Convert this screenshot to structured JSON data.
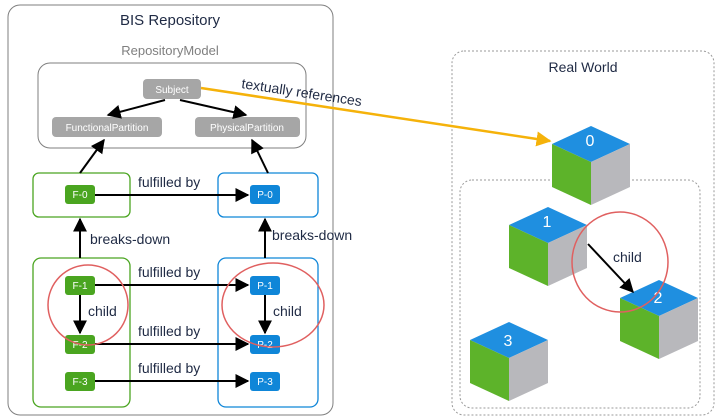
{
  "bis_repository": {
    "title": "BIS Repository",
    "repository_model": {
      "title": "RepositoryModel",
      "subject": "Subject",
      "functional_partition": "FunctionalPartition",
      "physical_partition": "PhysicalPartition"
    },
    "functional_elements": [
      "F-0",
      "F-1",
      "F-2",
      "F-3"
    ],
    "physical_elements": [
      "P-0",
      "P-1",
      "P-2",
      "P-3"
    ],
    "labels": {
      "fulfilled_by": "fulfilled by",
      "breaks_down": "breaks-down",
      "child": "child"
    }
  },
  "real_world": {
    "title": "Real World",
    "cubes": [
      "0",
      "1",
      "2",
      "3"
    ],
    "child_label": "child"
  },
  "textual_reference_label": "textually references",
  "colors": {
    "functional": "#4aa520",
    "physical": "#0f86d8",
    "grey_box": "#a6a6a6",
    "reference_arrow": "#f5b20a",
    "highlight_circle": "#e06060",
    "cube_top": "#1f8fe0",
    "cube_left": "#5db32a",
    "cube_right": "#b8b8bc"
  }
}
